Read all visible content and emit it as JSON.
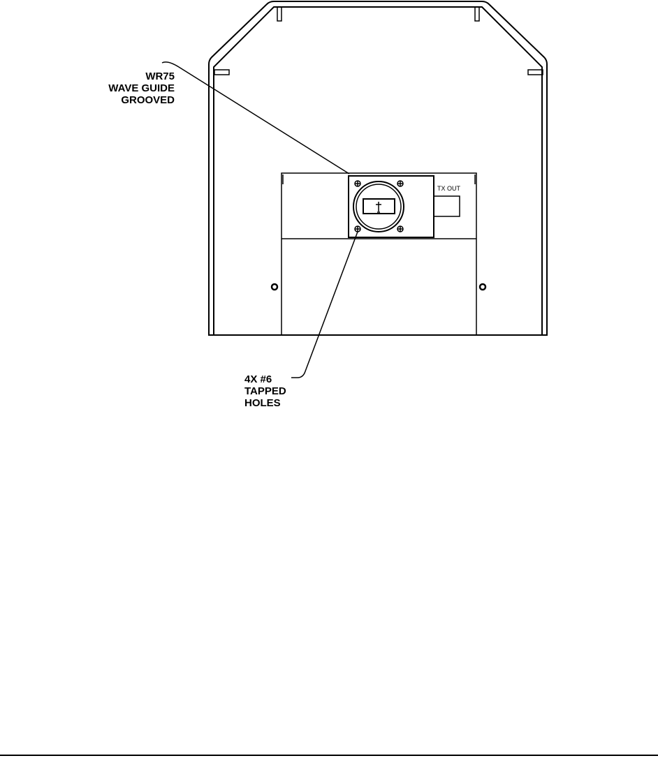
{
  "labels": {
    "waveguide": [
      "WR75",
      "WAVE GUIDE",
      "GROOVED"
    ],
    "tapped_holes": [
      "4X #6",
      "TAPPED",
      "HOLES"
    ],
    "port": "TX OUT"
  }
}
